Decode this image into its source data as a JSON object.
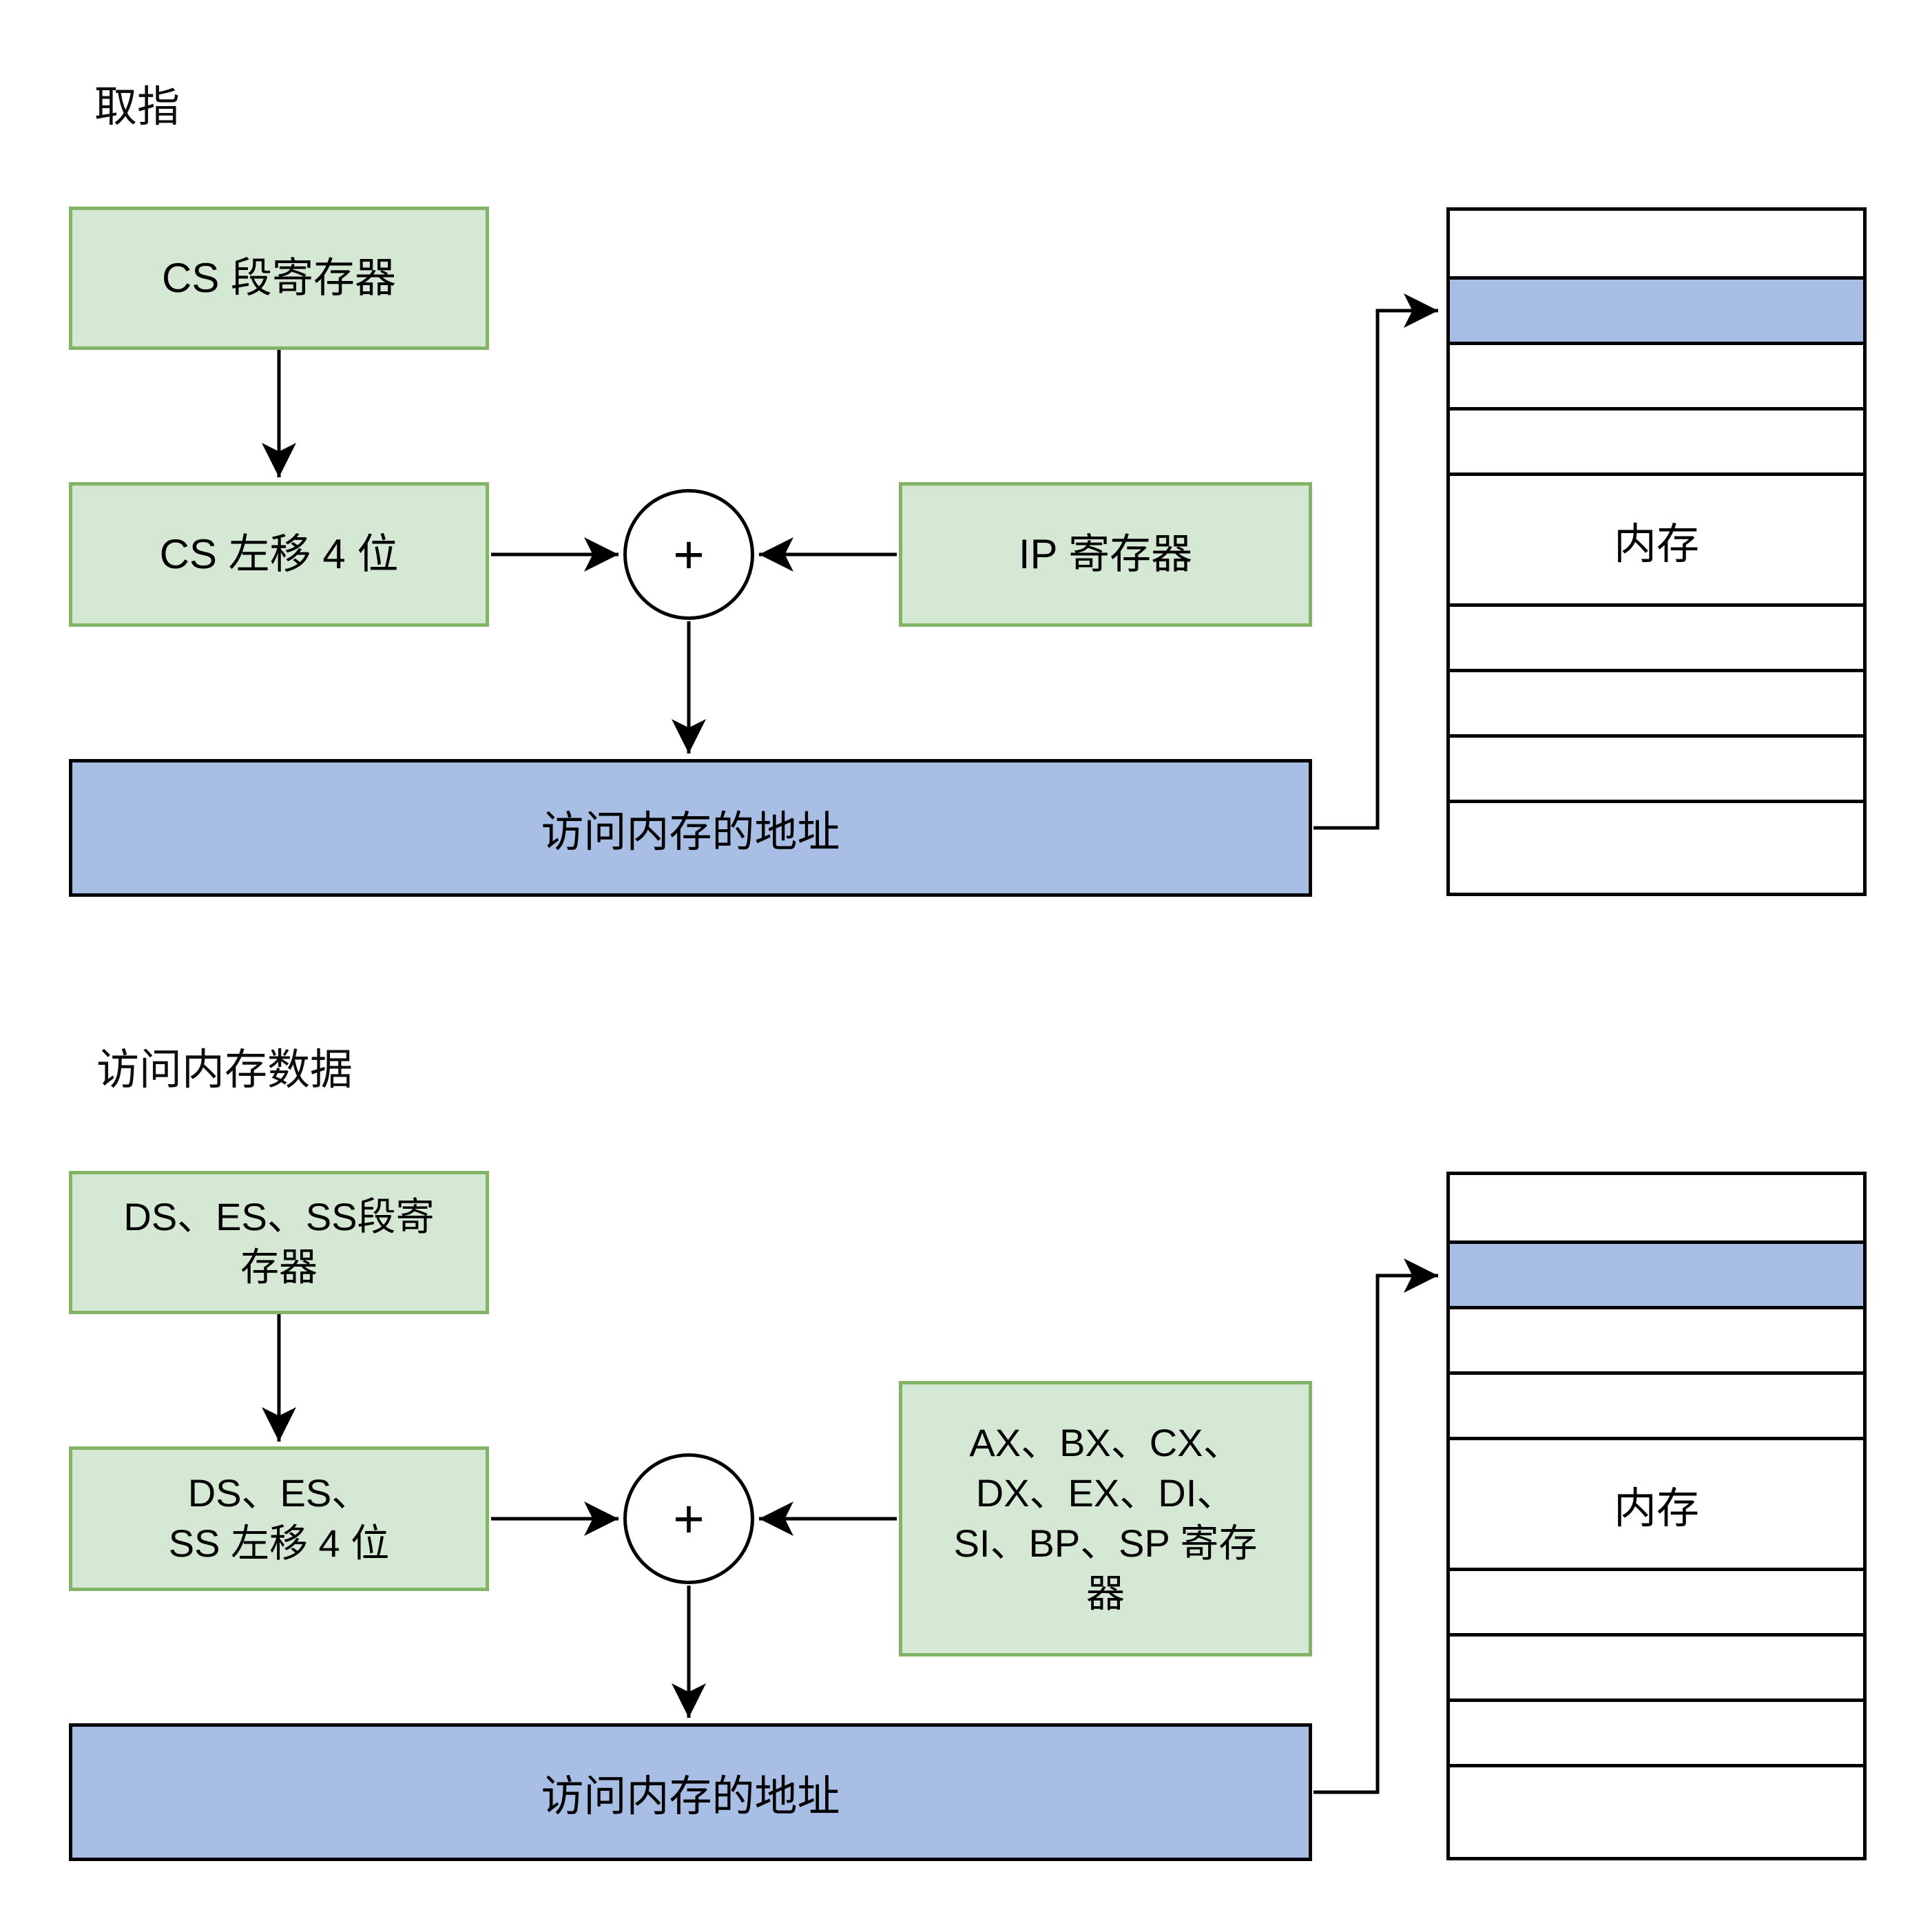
{
  "colors": {
    "background": "#ffffff",
    "green_box_fill": "#d5e8d4",
    "green_box_border": "#82b366",
    "blue_fill": "#a8bee4",
    "line_color": "#000000",
    "text_color": "#000000"
  },
  "sections": [
    {
      "title": "取指",
      "segment_register_box": "CS 段寄存器",
      "shift_box": "CS 左移 4 位",
      "offset_register_box": "IP 寄存器",
      "adder_symbol": "+",
      "address_box": "访问内存的地址",
      "memory_label": "内存",
      "memory_rows": 9,
      "highlighted_row": 2,
      "label_row": 5
    },
    {
      "title": "访问内存数据",
      "segment_register_box": "DS、ES、SS段寄\n存器",
      "shift_box": "DS、ES、\nSS 左移 4 位",
      "offset_register_box": "AX、BX、CX、\nDX、EX、DI、\nSI、BP、SP 寄存\n器",
      "adder_symbol": "+",
      "address_box": "访问内存的地址",
      "memory_label": "内存",
      "memory_rows": 9,
      "highlighted_row": 2,
      "label_row": 5
    }
  ]
}
